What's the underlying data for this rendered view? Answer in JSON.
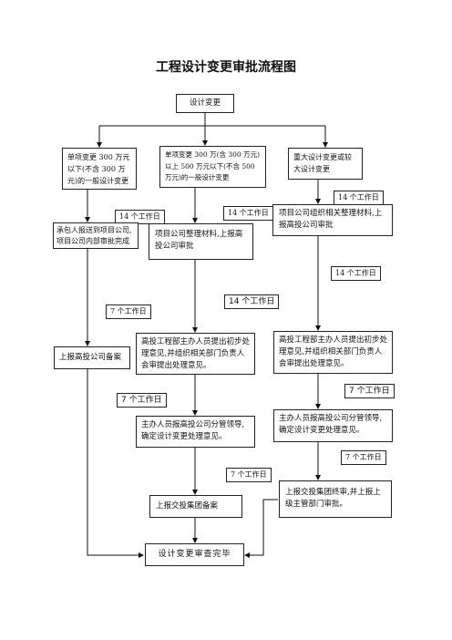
{
  "title": "工程设计变更审批流程图",
  "start": "设计变更",
  "col1": {
    "header": "单项变更 300 万元以下(不含 300 万元)的一般设计变更",
    "days1": "14 个工作日",
    "step1": "承包人报送到项目公司,项目公司内部审批完成",
    "days2": "7 个工作日",
    "step2": "上报高投公司备案"
  },
  "col2": {
    "header": "单项变更 300 万(含 300 万元)以上 500 万元以下(不含 500 万元)的一般设计变更",
    "days1": "14 个工作日",
    "step1": "项目公司整理材料,上报高投公司审批",
    "days2": "14 个工作日",
    "step2": "高投工程部主办人员提出初步处理意见,并组织相关部门负责人会审提出处理意见。",
    "days3": "7 个工作日",
    "step3": "主办人员报高投公司分管领导,确定设计变更处理意见。",
    "days4": "7 个工作日",
    "step4": "上报交投集团备案"
  },
  "col3": {
    "header": "重大设计变更或较大设计变更",
    "days1": "14 个工作日",
    "step1": "项目公司组织相关整理材料,上报高投公司审批",
    "days2": "14 个工作日",
    "step2": "高投工程部主办人员提出初步处理意见,并组织相关部门负责人会审提出处理意见。",
    "days3": "7 个工作日",
    "step3": "主办人员报高投公司分管领导,确定设计变更处理意见。",
    "days4": "7 个工作日",
    "step4": "上报交投集团终审,并上报上级主管部门审批。"
  },
  "end": "设计变更审查完毕"
}
